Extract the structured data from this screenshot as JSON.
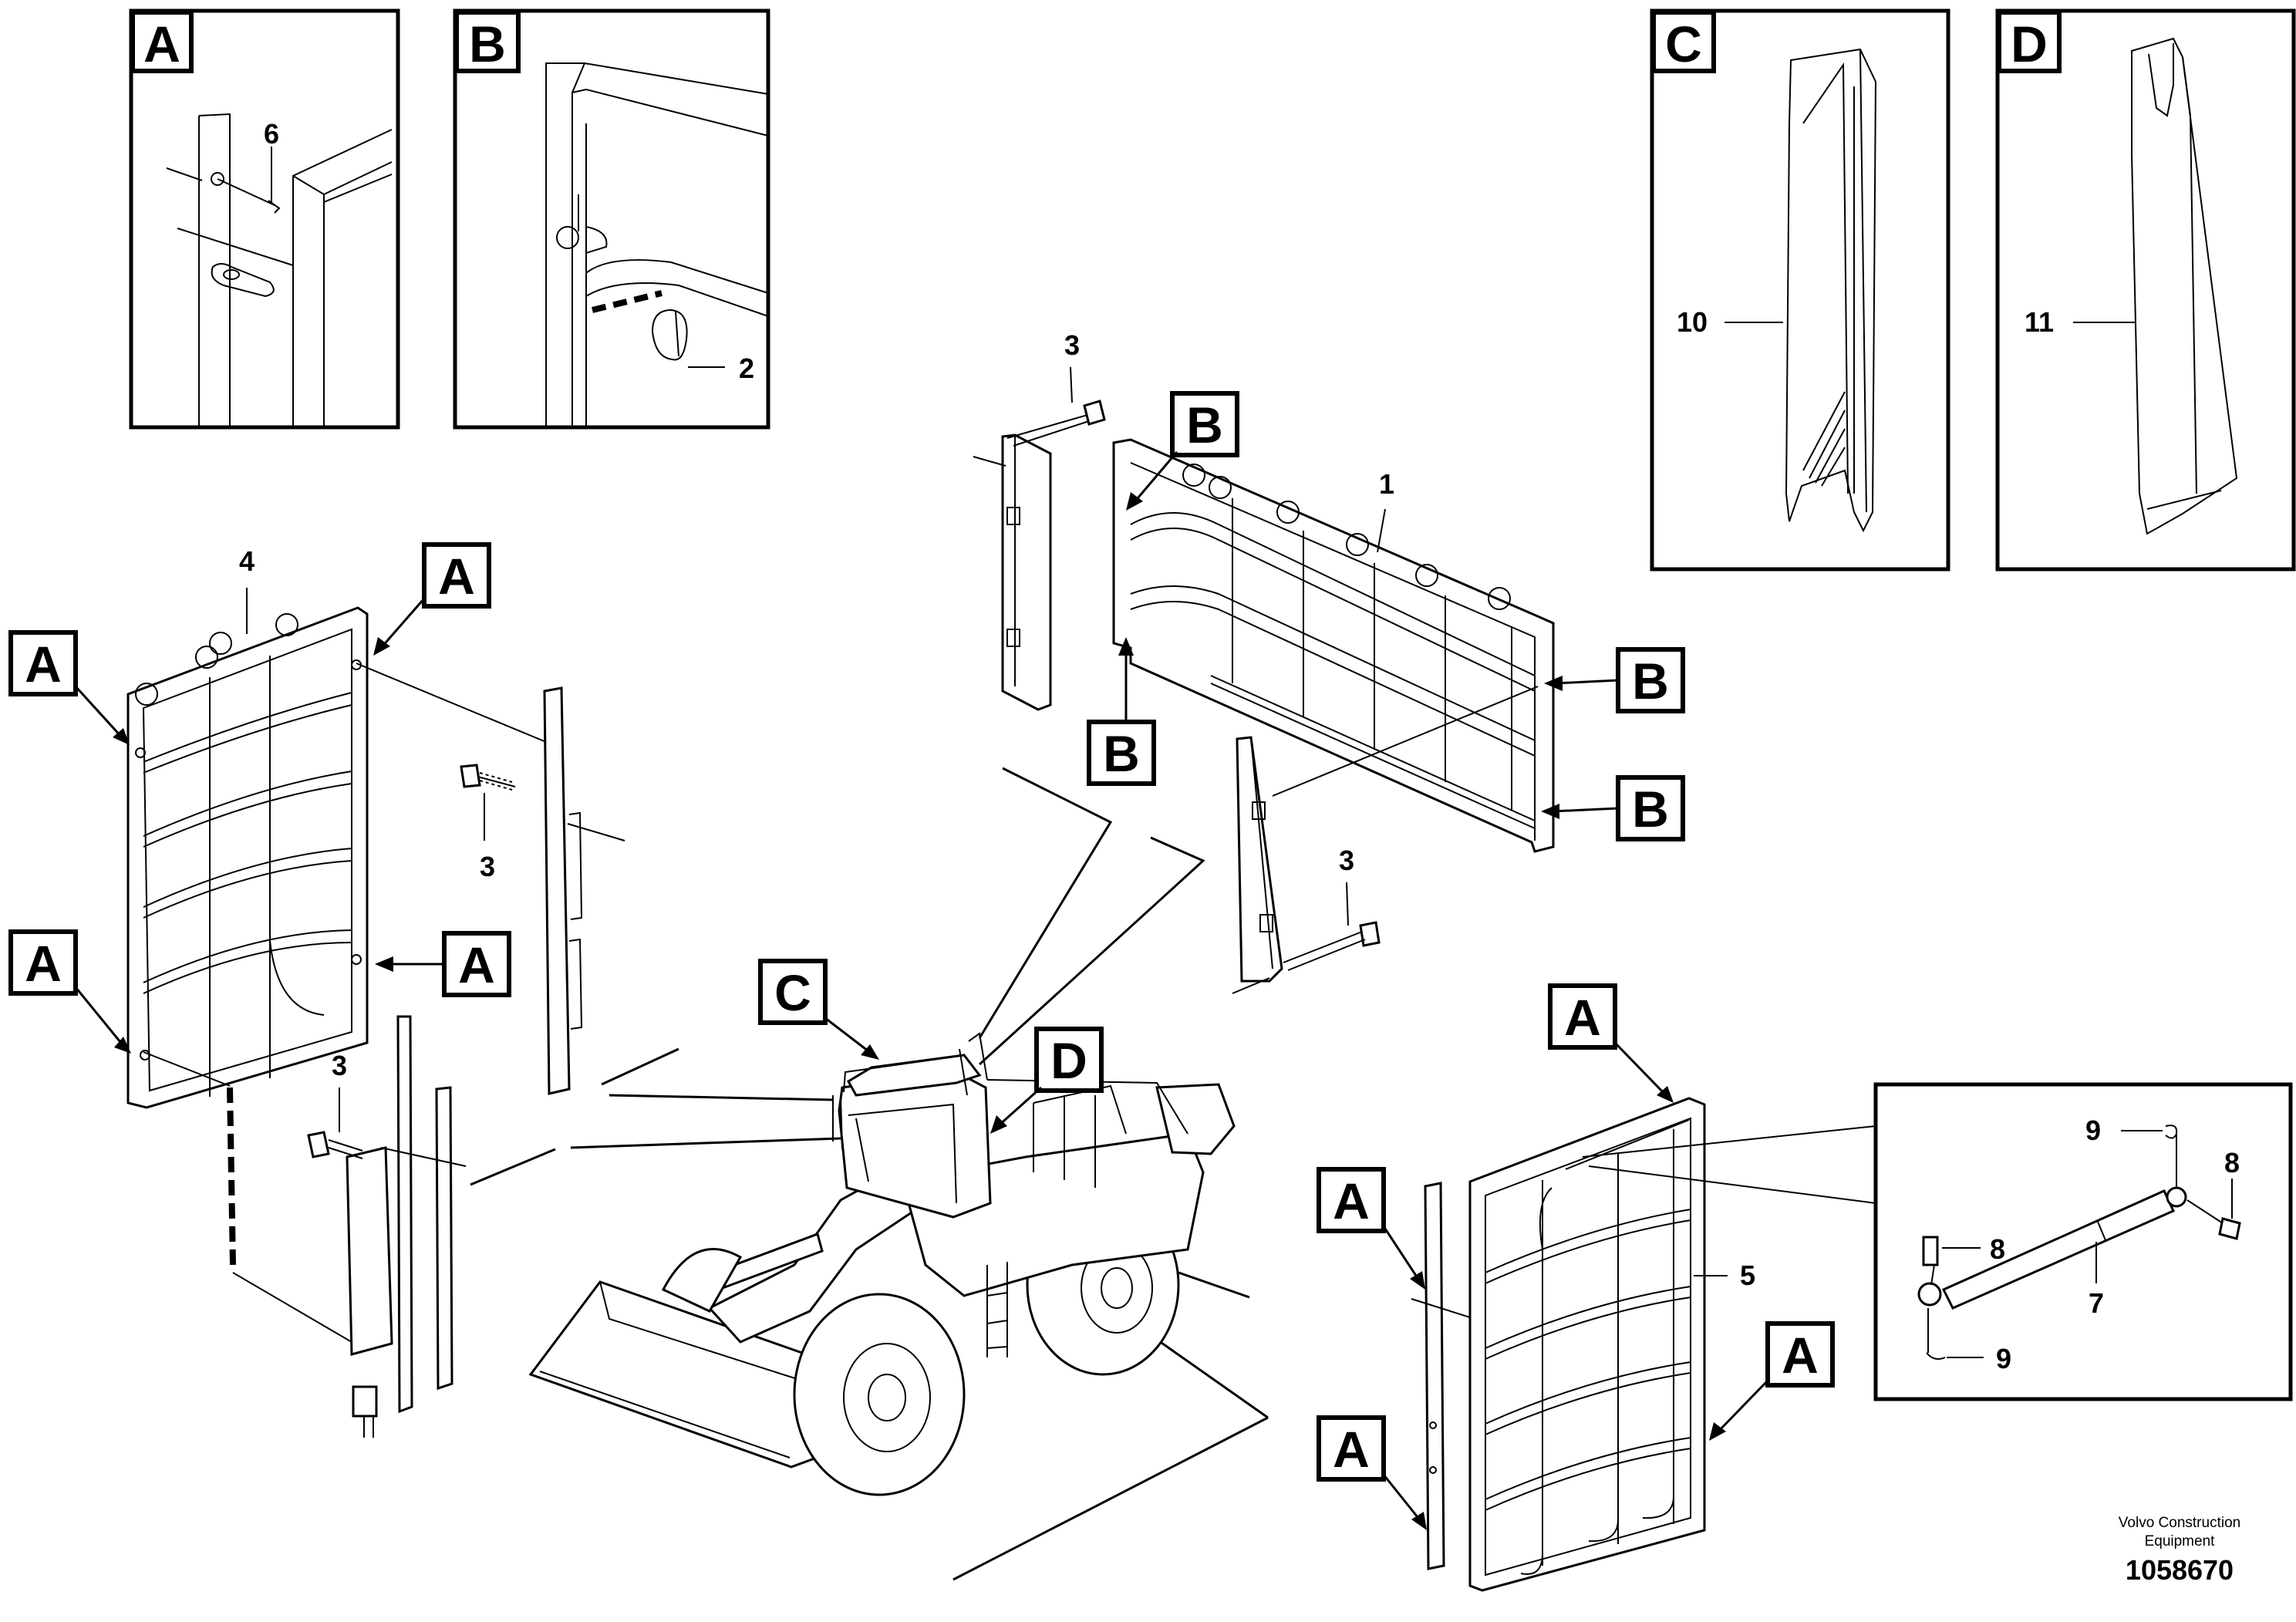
{
  "callouts": {
    "a": "A",
    "b": "B",
    "c": "C",
    "d": "D"
  },
  "part_numbers": {
    "p1": "1",
    "p2": "2",
    "p3": "3",
    "p4": "4",
    "p5": "5",
    "p6": "6",
    "p7": "7",
    "p8": "8",
    "p9": "9",
    "p10": "10",
    "p11": "11"
  },
  "footer": {
    "brand_line1": "Volvo Construction",
    "brand_line2": "Equipment",
    "drawing_number": "1058670"
  }
}
